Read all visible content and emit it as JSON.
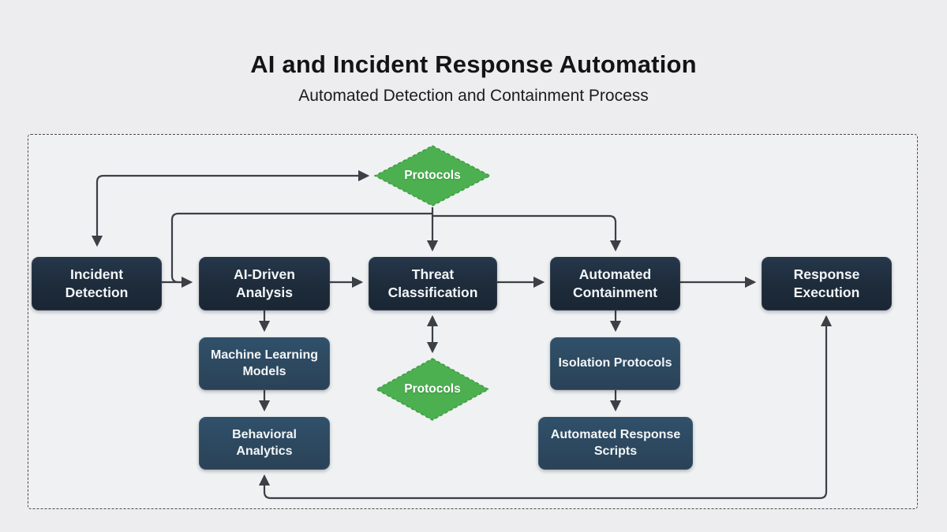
{
  "title": "AI and Incident Response Automation",
  "subtitle": "Automated Detection and Containment Process",
  "colors": {
    "page_background": "#ededef",
    "container_background": "#f0f1f3",
    "container_border": "#4a4a4a",
    "process_primary_fill": "#1d2b3a",
    "process_secondary_fill": "#2a4257",
    "decision_fill": "#4caf50",
    "decision_border": "#3d9c42",
    "connector_line": "#3b4046",
    "node_text": "#f3f6f8",
    "title_text": "#141414"
  },
  "diagram": {
    "decisions": {
      "protocols_top": "Protocols",
      "protocols_bottom": "Protocols"
    },
    "processes": {
      "incident_detection": "Incident Detection",
      "ai_driven_analysis": "AI-Driven Analysis",
      "threat_classification": "Threat Classification",
      "automated_containment": "Automated Containment",
      "response_execution": "Response Execution",
      "machine_learning_models": "Machine Learning Models",
      "behavioral_analytics": "Behavioral Analytics",
      "isolation_protocols": "Isolation Protocols",
      "automated_response_scripts": "Automated Response Scripts"
    }
  }
}
